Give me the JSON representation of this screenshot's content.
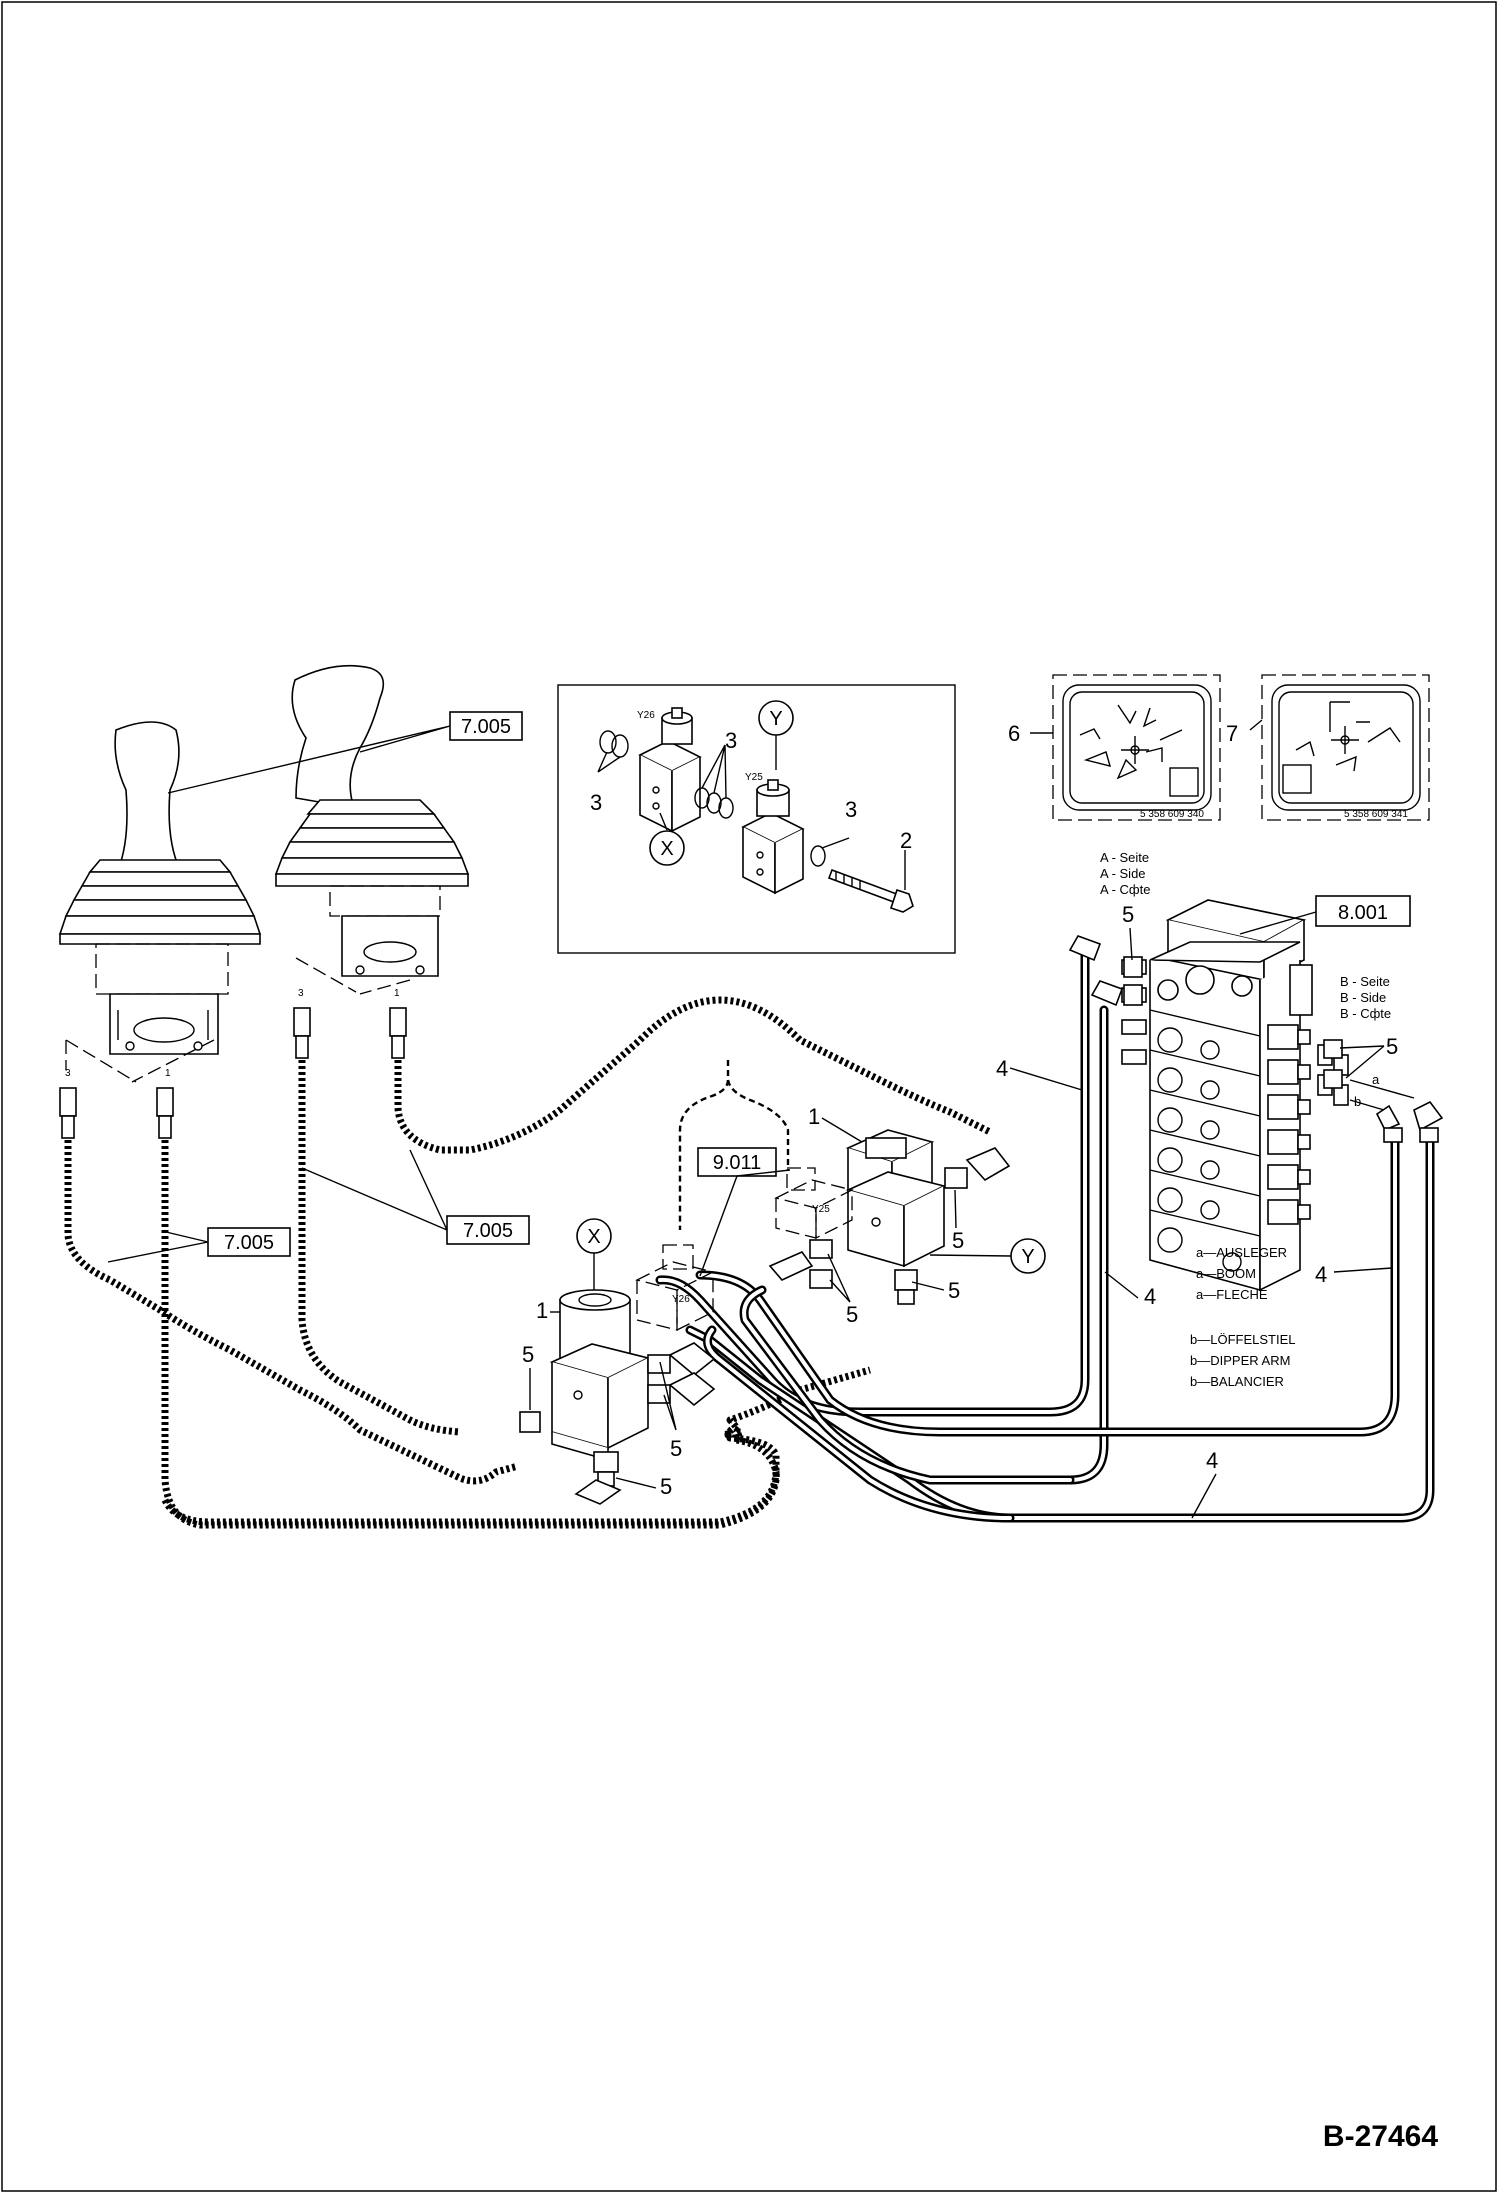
{
  "document": {
    "drawing_number": "B-27464"
  },
  "callouts": {
    "ref_7005_a": "7.005",
    "ref_7005_b": "7.005",
    "ref_7005_c": "7.005",
    "ref_8001": "8.001",
    "ref_9011": "9.011",
    "marker_x": "X",
    "marker_y": "Y",
    "detail_x": "X",
    "detail_y": "Y",
    "item_1": "1",
    "item_2": "2",
    "item_3": "3",
    "item_4": "4",
    "item_5": "5",
    "item_6": "6",
    "item_7": "7"
  },
  "joystick_ports": {
    "left_3": "3",
    "left_1": "1",
    "right_3": "3",
    "right_1": "1"
  },
  "valve_labels": {
    "y26": "Y26",
    "y25": "Y25"
  },
  "decals": {
    "decal_6_part": "5 358 609 340",
    "decal_7_part": "5 358 609 341"
  },
  "side_a": [
    "A - Seite",
    "A - Side",
    "A - Cфte"
  ],
  "side_b": [
    "B - Seite",
    "B - Side",
    "B - Cфte"
  ],
  "port_labels": {
    "a": "a",
    "b": "b"
  },
  "legend_a": [
    "a—AUSLEGER",
    "a—BOOM",
    "a—FLECHE"
  ],
  "legend_b": [
    "b—LÖFFELSTIEL",
    "b—DIPPER ARM",
    "b—BALANCIER"
  ]
}
